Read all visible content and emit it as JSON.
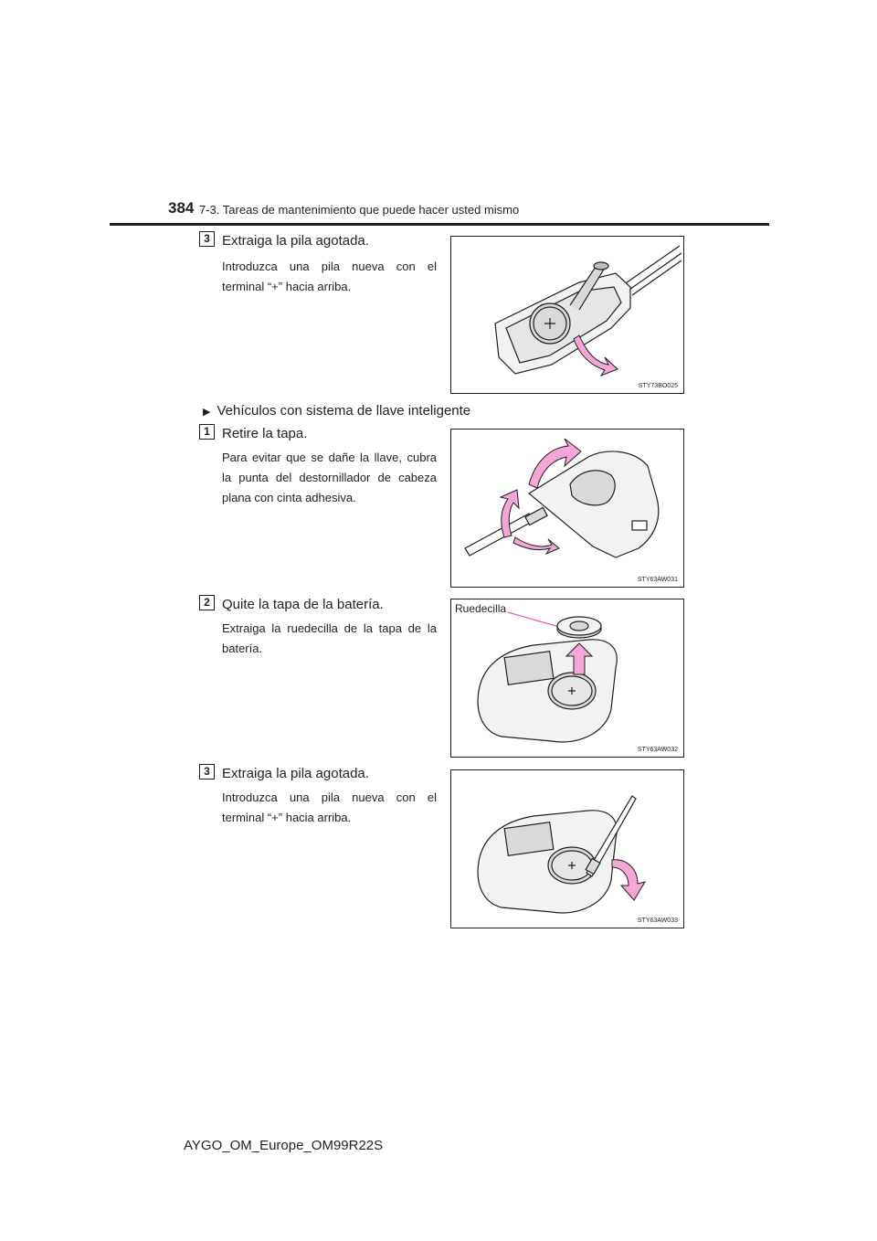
{
  "header": {
    "page_number": "384",
    "section_title": "7-3. Tareas de mantenimiento que puede hacer usted mismo"
  },
  "steps": [
    {
      "number": "3",
      "title": "Extraiga la pila agotada.",
      "body": "Introduzca una pila nueva con el terminal “+” hacia arriba.",
      "figure_code": "STY73BO025"
    },
    {
      "number": "1",
      "title": "Retire la tapa.",
      "body": "Para evitar que se dañe la llave, cubra la punta del destornillador de cabeza plana con cinta adhesiva.",
      "figure_code": "STY63AW031"
    },
    {
      "number": "2",
      "title": "Quite la tapa de la batería.",
      "body": "Extraiga la ruedecilla de la tapa de la batería.",
      "figure_code": "STY63AW032",
      "callout": "Ruedecilla"
    },
    {
      "number": "3",
      "title": "Extraiga la pila agotada.",
      "body": "Introduzca una pila nueva con el terminal “+” hacia arriba.",
      "figure_code": "STY63AW033"
    }
  ],
  "subheading": {
    "icon": "triangle-bullet-icon",
    "text": "Vehículos con sistema de llave inteligente"
  },
  "footer": {
    "text": "AYGO_OM_Europe_OM99R22S"
  },
  "colors": {
    "arrow_fill": "#f4a6d7",
    "line": "#231f20",
    "part_fill": "#d9d9d9",
    "callout_line": "#e05fb5"
  }
}
